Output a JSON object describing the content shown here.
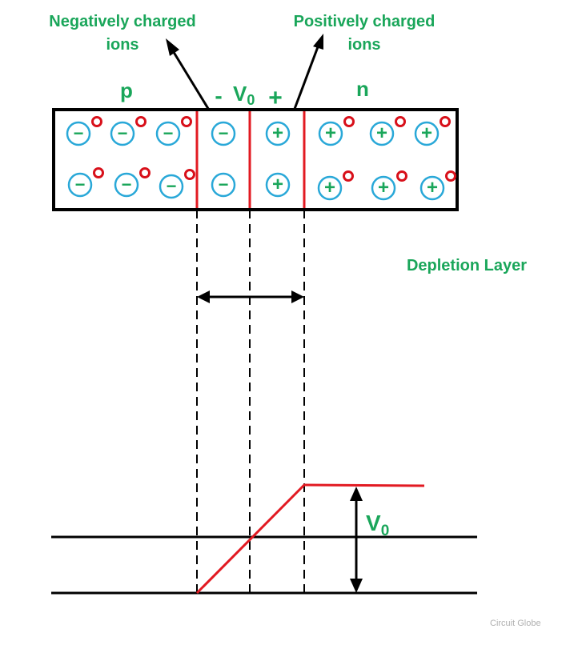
{
  "colors": {
    "label_green": "#1aa65a",
    "ion_circle": "#29a8d8",
    "hole_red": "#d8101a",
    "boundary_red": "#e21a22",
    "line_black": "#000000"
  },
  "labels": {
    "negative_ions_line1": "Negatively charged",
    "negative_ions_line2": "ions",
    "positive_ions_line1": "Positively charged",
    "positive_ions_line2": "ions",
    "p_region": "p",
    "n_region": "n",
    "minus_sign": "-",
    "v0_base": "V",
    "v0_sub": "0",
    "plus_sign": "+",
    "depletion_layer": "Depletion Layer",
    "potential_base": "V",
    "potential_sub": "0",
    "watermark": "Circuit Globe"
  },
  "symbols": {
    "negative_ion": "−",
    "positive_ion": "+",
    "hole": "o"
  }
}
